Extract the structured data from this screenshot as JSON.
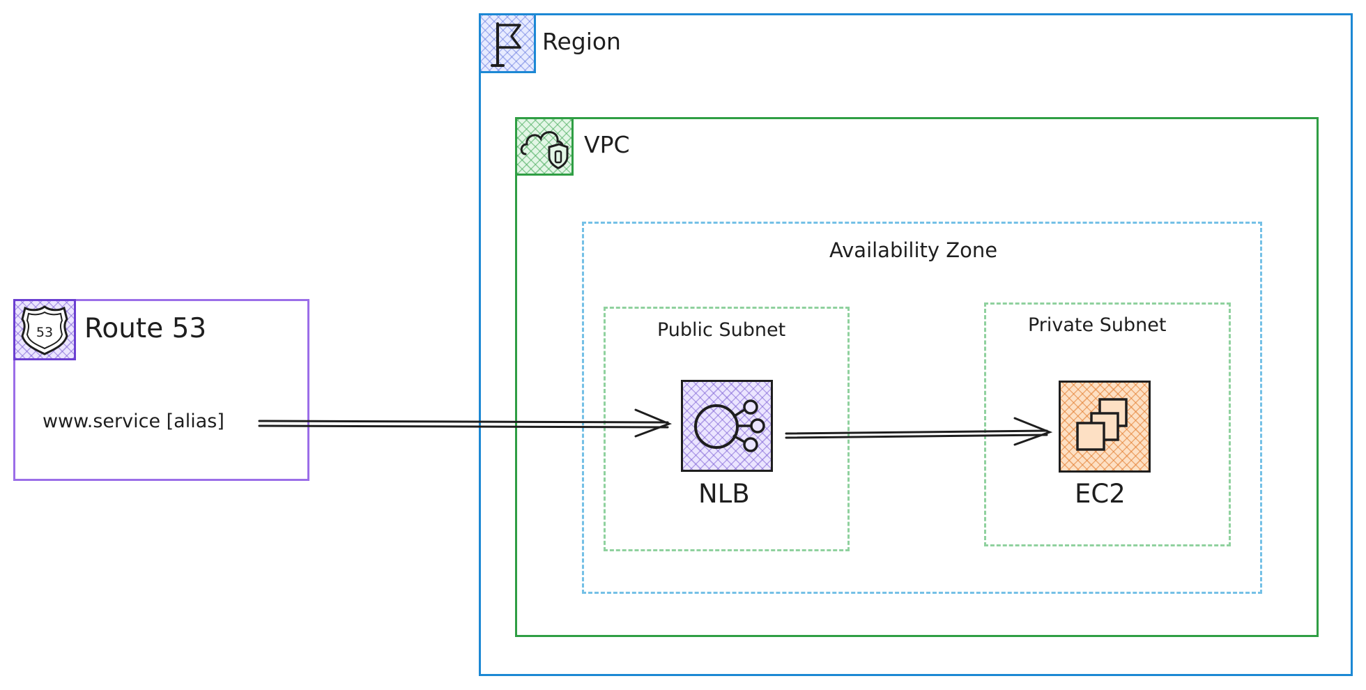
{
  "region": {
    "label": "Region",
    "border_color": "#1c88d4",
    "icon": "flag-icon"
  },
  "vpc": {
    "label": "VPC",
    "border_color": "#2f9e44",
    "icon": "cloud-shield-icon"
  },
  "availability_zone": {
    "label": "Availability Zone",
    "border_color": "#74c0e6"
  },
  "public_subnet": {
    "label": "Public Subnet",
    "border_color": "#8fd19e"
  },
  "private_subnet": {
    "label": "Private Subnet",
    "border_color": "#8fd19e"
  },
  "route53": {
    "label": "Route 53",
    "shield_text": "53",
    "record": "www.service [alias]",
    "border_color": "#9b6ee8",
    "icon": "route53-shield-icon"
  },
  "nlb": {
    "label": "NLB",
    "icon": "load-balancer-icon",
    "fill_color": "#ebe5ff"
  },
  "ec2": {
    "label": "EC2",
    "icon": "ec2-instances-icon",
    "fill_color": "#fde0c4"
  },
  "edges": [
    {
      "from": "route53.record",
      "to": "nlb"
    },
    {
      "from": "nlb",
      "to": "ec2"
    }
  ]
}
